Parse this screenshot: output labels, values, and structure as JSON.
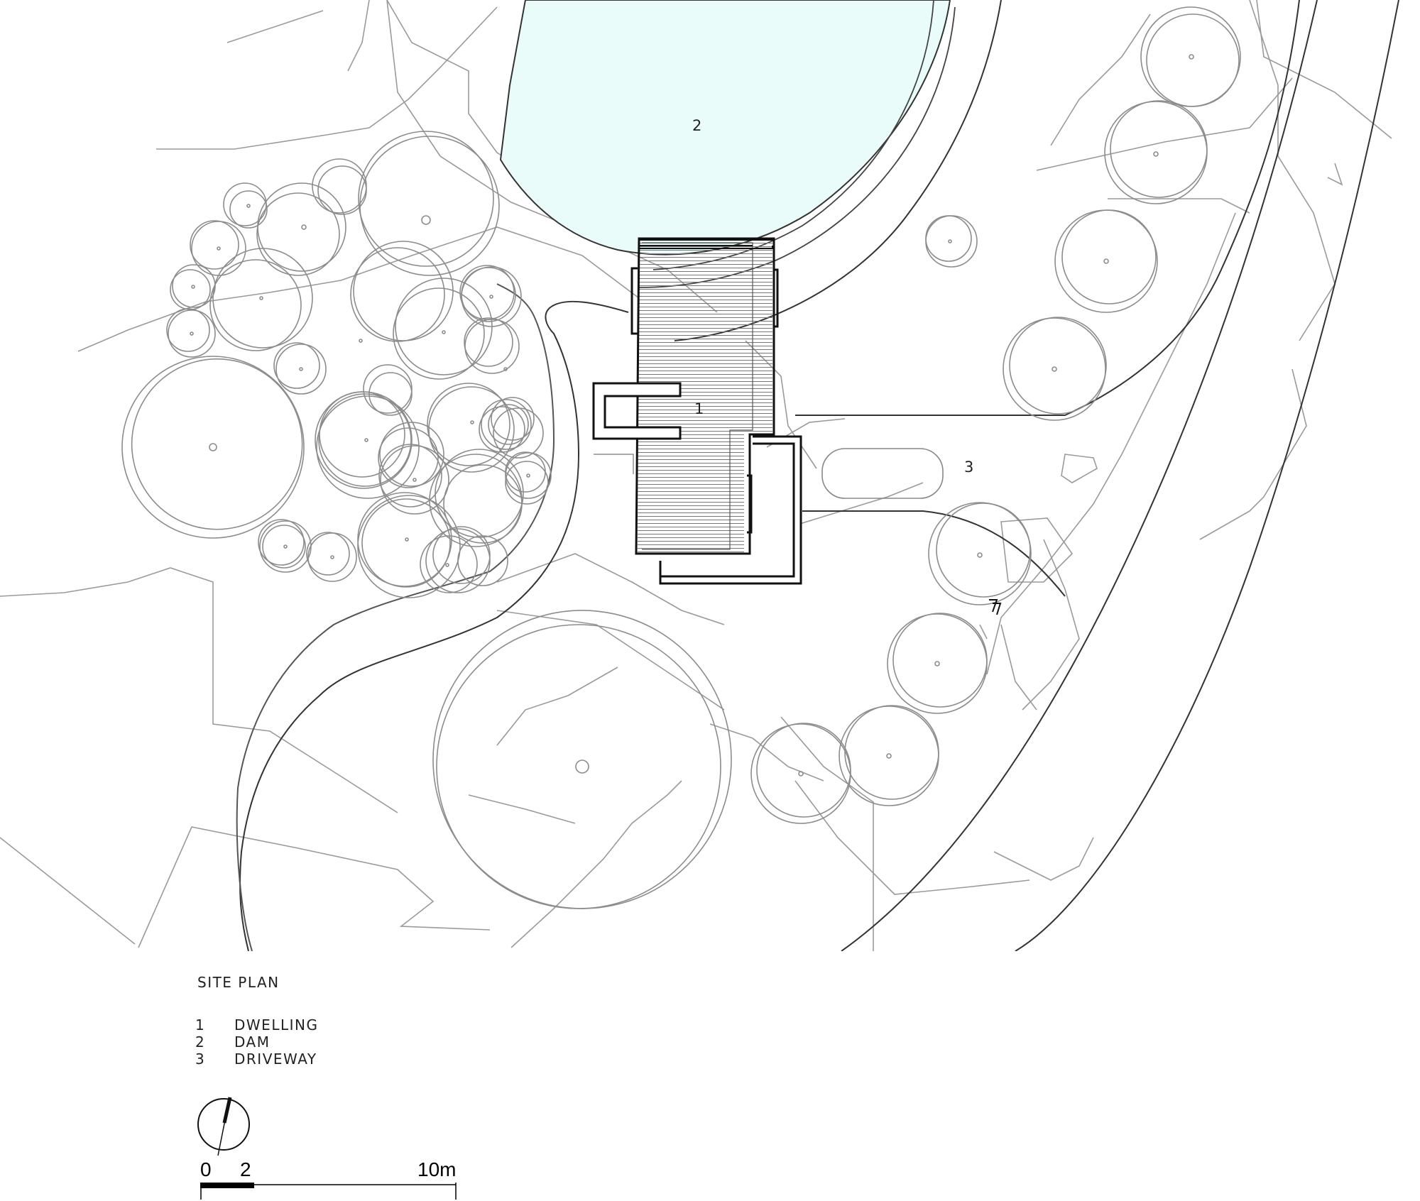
{
  "title": "SITE PLAN",
  "legend": [
    {
      "num": "1",
      "label": "DWELLING"
    },
    {
      "num": "2",
      "label": "DAM"
    },
    {
      "num": "3",
      "label": "DRIVEWAY"
    }
  ],
  "plan_labels": {
    "dwelling": "1",
    "dam": "2",
    "driveway": "3"
  },
  "scale_bar": {
    "start": "0",
    "mid": "2",
    "end": "10m"
  },
  "icons": [
    "north-arrow-icon"
  ],
  "colors": {
    "dam_water": "#eafcfa",
    "linework": "#9a9a9a",
    "building": "#111111"
  }
}
